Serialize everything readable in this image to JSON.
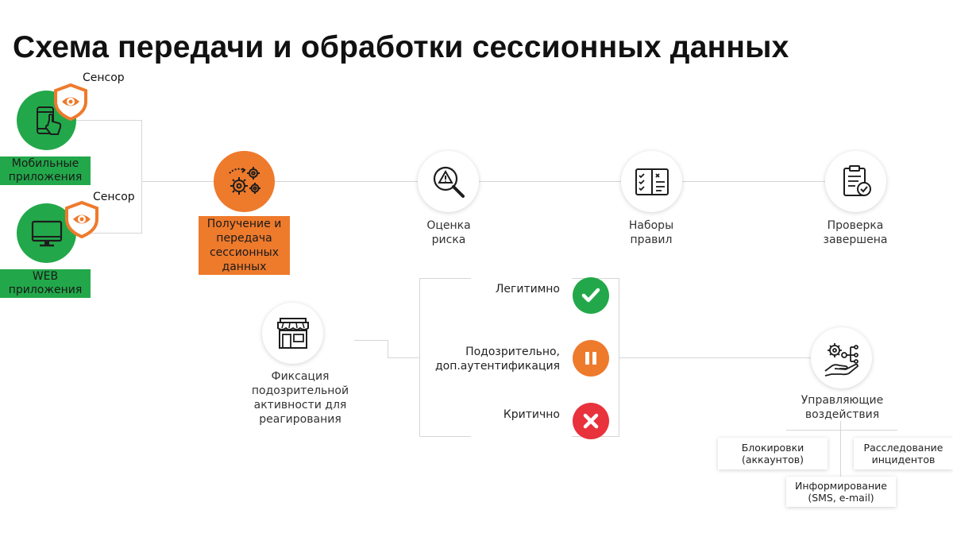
{
  "title": "Схема передачи и обработки сессионных данных",
  "colors": {
    "green": "#22a84a",
    "orange": "#ee7a2c",
    "red": "#e8323c",
    "line": "#d6d6d6"
  },
  "sources": [
    {
      "icon": "touch-phone-icon",
      "sensor_icon": "shield-eye-icon",
      "sensor": "Сенсор",
      "label_1": "Мобильные",
      "label_2": "приложения"
    },
    {
      "icon": "monitor-icon",
      "sensor_icon": "shield-eye-icon",
      "sensor": "Сенсор",
      "label_1": "WEB",
      "label_2": "приложения"
    }
  ],
  "steps": [
    {
      "icon": "gears-icon",
      "lines": [
        "Получение и",
        "передача",
        "сессионных",
        "данных"
      ]
    },
    {
      "icon": "warning-magnifier-icon",
      "lines": [
        "Оценка",
        "риска"
      ]
    },
    {
      "icon": "rule-book-icon",
      "lines": [
        "Наборы",
        "правил"
      ]
    },
    {
      "icon": "checklist-icon",
      "lines": [
        "Проверка",
        "завершена"
      ]
    }
  ],
  "fixation": {
    "icon": "storefront-icon",
    "lines": [
      "Фиксация",
      "подозрительной",
      "активности для",
      "реагирования"
    ]
  },
  "results": [
    {
      "icon": "check-icon",
      "lines": [
        "Легитимно"
      ]
    },
    {
      "icon": "pause-icon",
      "lines": [
        "Подозрительно,",
        "доп.аутентификация"
      ]
    },
    {
      "icon": "cross-icon",
      "lines": [
        "Критично"
      ]
    }
  ],
  "control": {
    "icon": "hand-gears-icon",
    "lines": [
      "Управляющие",
      "воздействия"
    ]
  },
  "actions": [
    {
      "lines": [
        "Блокировки",
        "(аккаунтов)"
      ]
    },
    {
      "lines": [
        "Расследование",
        "инцидентов"
      ]
    },
    {
      "lines": [
        "Информирование",
        "(SMS, e-mail)"
      ]
    }
  ]
}
